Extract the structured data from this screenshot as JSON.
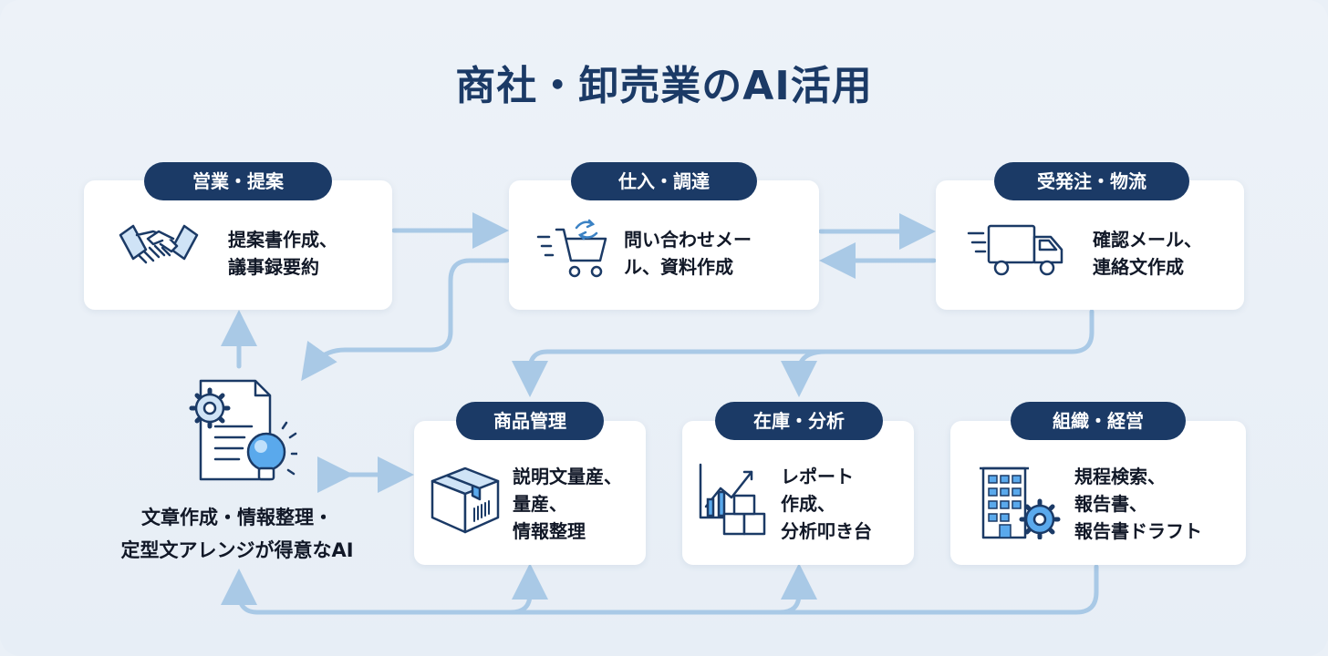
{
  "title": "商社・卸売業のAI活用",
  "boxes": {
    "sales": {
      "label": "営業・提案",
      "text": "提案書作成、\n議事録要約"
    },
    "purchase": {
      "label": "仕入・調達",
      "text": "問い合わせメー\nル、資料作成"
    },
    "logistics": {
      "label": "受発注・物流",
      "text": "確認メール、\n連絡文作成"
    },
    "product": {
      "label": "商品管理",
      "text": "説明文量産、\n量産、\n情報整理"
    },
    "inventory": {
      "label": "在庫・分析",
      "text": "レポート\n作成、\n分析叩き台"
    },
    "org": {
      "label": "組織・経営",
      "text": "規程検索、\n報告書、\n報告書ドラフト"
    }
  },
  "core": {
    "line1": "文章作成・情報整理・",
    "line2": "定型文アレンジが得意なAI"
  },
  "icons": {
    "sales": "handshake-icon",
    "purchase": "shopping-cart-icon",
    "logistics": "delivery-truck-icon",
    "product": "cardboard-box-icon",
    "inventory": "bar-chart-icon",
    "org": "office-building-gear-icon",
    "core": "document-gear-lightbulb-icon"
  },
  "colors": {
    "navy": "#1b3a66",
    "accent": "#3b82c4",
    "arrow": "#a9c9e6",
    "iconFill": "#cfe3f6"
  }
}
